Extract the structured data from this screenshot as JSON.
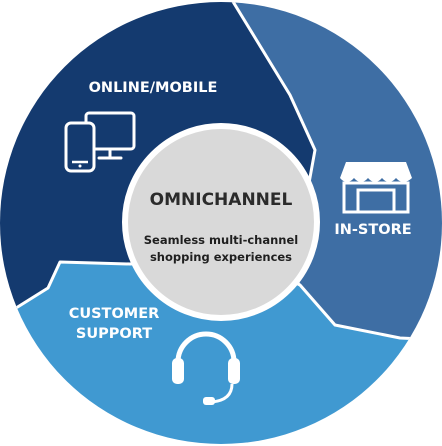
{
  "segments": {
    "online": {
      "label": "ONLINE/MOBILE",
      "icon": "phone-and-monitor-icon",
      "color": "#143a6f"
    },
    "instore": {
      "label": "IN-STORE",
      "icon": "storefront-icon",
      "color": "#3e6ea4"
    },
    "support": {
      "label_line1": "CUSTOMER",
      "label_line2": "SUPPORT",
      "icon": "headset-icon",
      "color": "#4099d1"
    }
  },
  "center": {
    "title": "OMNICHANNEL",
    "subtitle_line1": "Seamless multi-channel",
    "subtitle_line2": "shopping experiences",
    "color": "#d9d9d9"
  }
}
